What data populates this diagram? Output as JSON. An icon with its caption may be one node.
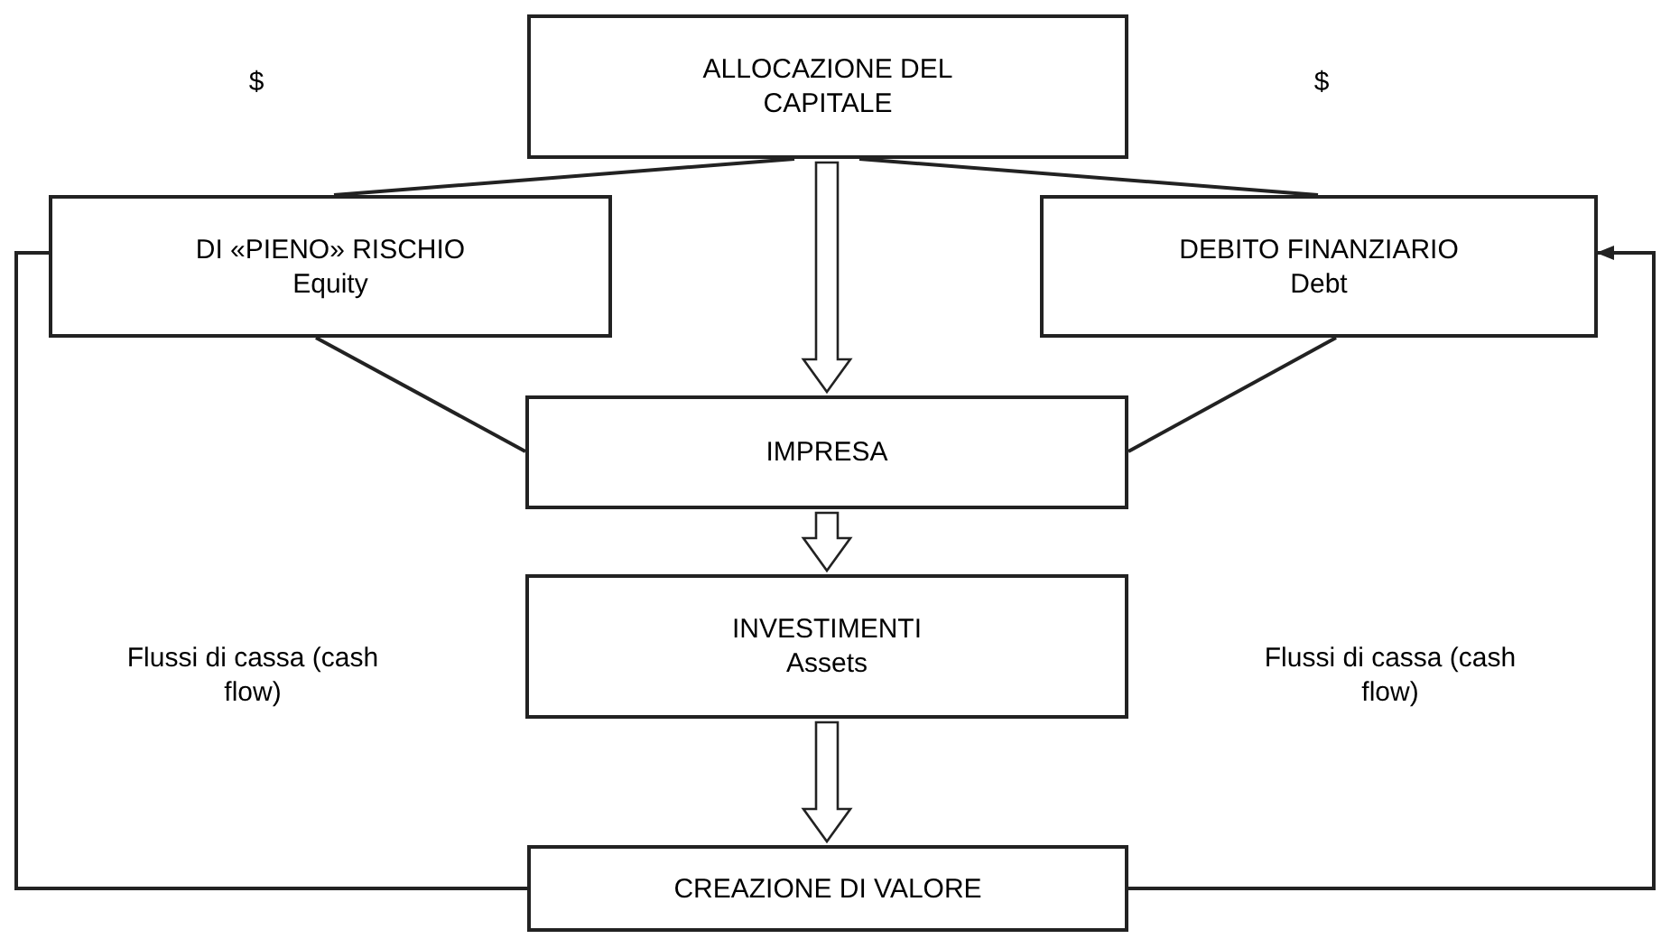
{
  "diagram": {
    "nodes": [
      {
        "text": [
          "ALLOCAZIONE DEL CAPITALE"
        ]
      },
      {
        "text": [
          "DI «PIENO» RISCHIO",
          "Equity"
        ]
      },
      {
        "text": [
          "DEBITO FINANZIARIO",
          "Debt"
        ]
      },
      {
        "text": [
          "IMPRESA"
        ]
      },
      {
        "text": [
          "INVESTIMENTI",
          "Assets"
        ]
      },
      {
        "text": [
          "CREAZIONE DI VALORE"
        ]
      }
    ],
    "edges": [
      {
        "from": 0,
        "to": 1,
        "arrow": "none"
      },
      {
        "from": 0,
        "to": 2,
        "arrow": "none"
      },
      {
        "from": 0,
        "to": 3,
        "arrow": "to",
        "style": "thick"
      },
      {
        "from": 1,
        "to": 3,
        "arrow": "none"
      },
      {
        "from": 2,
        "to": 3,
        "arrow": "none"
      },
      {
        "from": 3,
        "to": 4,
        "arrow": "to",
        "style": "thick"
      },
      {
        "from": 4,
        "to": 5,
        "arrow": "to",
        "style": "thick"
      },
      {
        "from": 5,
        "to": 1,
        "arrow": "none"
      },
      {
        "from": 5,
        "to": 2,
        "arrow": "to"
      }
    ],
    "labels": [
      "$",
      "$",
      "Flussi di cassa (cash flow)",
      "Flussi di cassa (cash flow)"
    ]
  }
}
